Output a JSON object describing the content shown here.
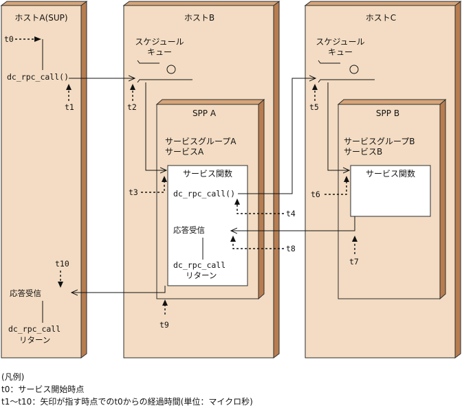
{
  "hosts": {
    "a": {
      "title": "ホストA(SUP)"
    },
    "b": {
      "title": "ホストB"
    },
    "c": {
      "title": "ホストC"
    }
  },
  "schedule_queue": {
    "line1": "スケジュール",
    "line2": "キュー"
  },
  "spp_a": {
    "title": "SPP A",
    "group": "サービスグループA",
    "service": "サービスA"
  },
  "spp_b": {
    "title": "SPP B",
    "group": "サービスグループB",
    "service": "サービスB"
  },
  "service_function": "サービス関数",
  "rpc_call": "dc_rpc_call()",
  "response_receive": "応答受信",
  "rpc_call_return": {
    "line1": "dc_rpc_call",
    "line2": "リターン"
  },
  "time_labels": {
    "t0": "t0",
    "t1": "t1",
    "t2": "t2",
    "t3": "t3",
    "t4": "t4",
    "t5": "t5",
    "t6": "t6",
    "t7": "t7",
    "t8": "t8",
    "t9": "t9",
    "t10": "t10"
  },
  "legend": {
    "heading": "(凡例)",
    "line1": "t0：サービス開始時点",
    "line2": "t1～t10：矢印が指す時点でのt0からの経過時間(単位：マイクロ秒)"
  }
}
